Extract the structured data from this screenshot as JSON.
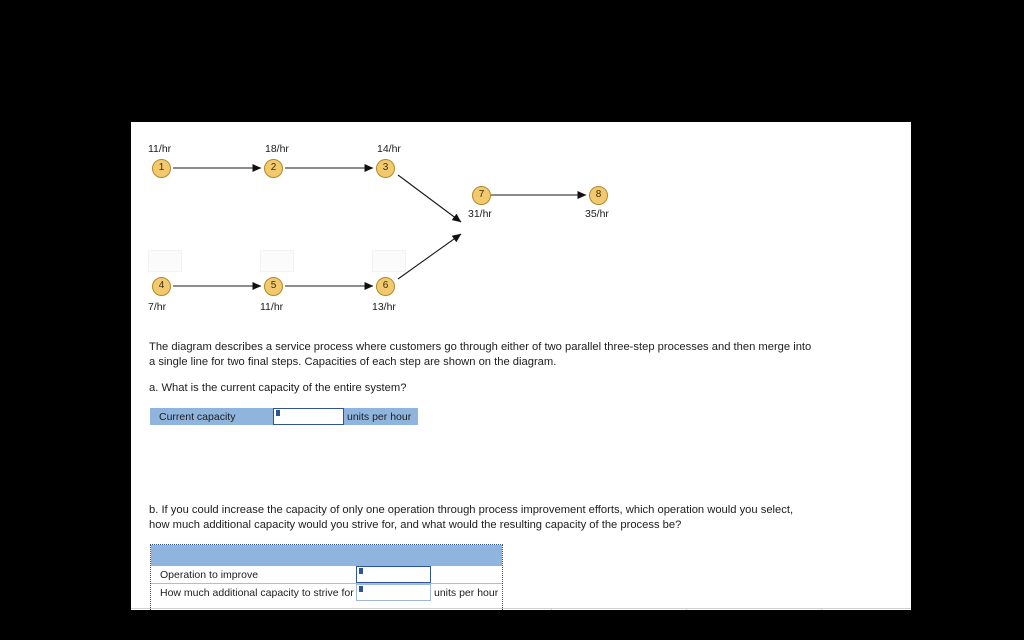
{
  "diagram": {
    "title": "parallel-process-capacity-diagram",
    "nodes": [
      {
        "id": "1",
        "capacity": "11/hr"
      },
      {
        "id": "2",
        "capacity": "18/hr"
      },
      {
        "id": "3",
        "capacity": "14/hr"
      },
      {
        "id": "4",
        "capacity": "7/hr"
      },
      {
        "id": "5",
        "capacity": "11/hr"
      },
      {
        "id": "6",
        "capacity": "13/hr"
      },
      {
        "id": "7",
        "capacity": "31/hr"
      },
      {
        "id": "8",
        "capacity": "35/hr"
      }
    ],
    "node_fill": "#f2c96d",
    "node_border": "#b5862c"
  },
  "description": {
    "line1": "The diagram describes a service process where customers go through either of two parallel three-step processes and then merge into",
    "line2": "a single line for two final steps. Capacities of each step are shown on the diagram."
  },
  "question_a": {
    "prompt": "a. What is the current capacity of the entire system?",
    "row_label": "Current capacity",
    "value": "",
    "units": "units per hour"
  },
  "question_b": {
    "prompt_line1": "b. If you could increase the capacity of only one operation through process improvement efforts, which operation would you select,",
    "prompt_line2": "how much additional capacity would you strive for, and what would the resulting capacity of the process be?",
    "header_left": "",
    "header_right": "",
    "rows": [
      {
        "label": "Operation to improve",
        "value": "",
        "units": ""
      },
      {
        "label": "How much additional capacity to strive for",
        "value": "",
        "units": "units per hour"
      }
    ]
  },
  "colors": {
    "table_header_blue": "#8fb4de",
    "input_border_blue": "#2f5496",
    "page_background": "#ffffff",
    "screen_background": "#000000"
  }
}
